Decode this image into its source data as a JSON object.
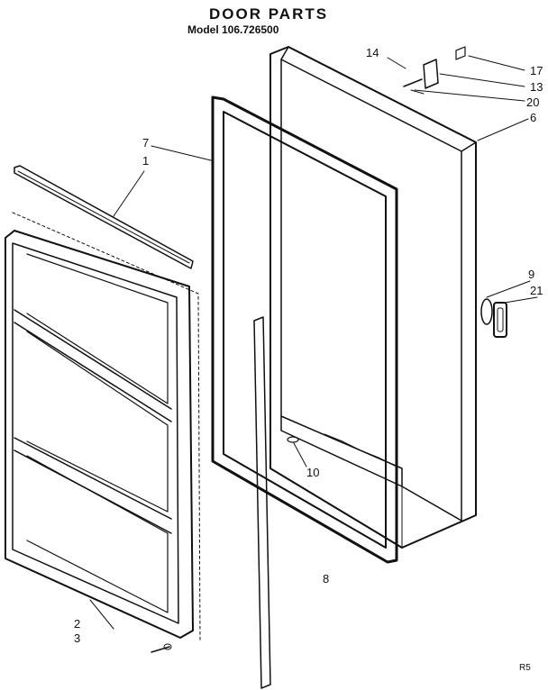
{
  "header": {
    "title": "DOOR PARTS",
    "model": "Model 106.726500"
  },
  "callouts": [
    {
      "id": "c14",
      "text": "14"
    },
    {
      "id": "c17",
      "text": "17"
    },
    {
      "id": "c13",
      "text": "13"
    },
    {
      "id": "c20",
      "text": "20"
    },
    {
      "id": "c6",
      "text": "6"
    },
    {
      "id": "c7",
      "text": "7"
    },
    {
      "id": "c1",
      "text": "1"
    },
    {
      "id": "c9",
      "text": "9"
    },
    {
      "id": "c21",
      "text": "21"
    },
    {
      "id": "c10",
      "text": "10"
    },
    {
      "id": "c8",
      "text": "8"
    },
    {
      "id": "c2",
      "text": "2"
    },
    {
      "id": "c3",
      "text": "3"
    }
  ],
  "footer": {
    "code": "R5"
  }
}
